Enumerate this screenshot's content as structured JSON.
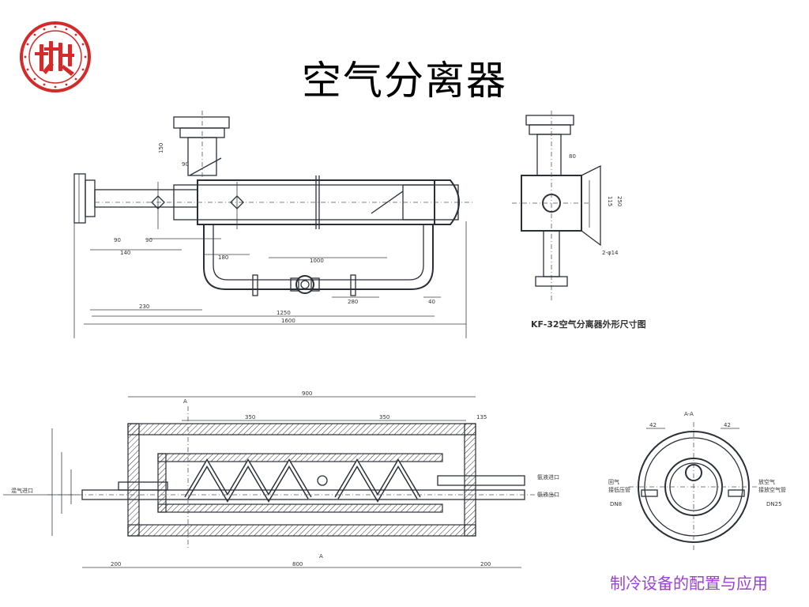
{
  "slide": {
    "title": "空气分离器",
    "footer": "制冷设备的配置与应用",
    "footer_color": "#9b3fd6",
    "logo_icon": "red-seal-logo",
    "logo_color": "#d42a2a"
  },
  "drawing_top": {
    "caption": "KF-32空气分离器外形尺寸图",
    "dims": {
      "d150": "150",
      "d90": "90",
      "d90a": "90",
      "d90b": "90",
      "d140": "140",
      "d180": "180",
      "d1000": "1000",
      "d230": "230",
      "d1250": "1250",
      "d1600": "1600",
      "d280": "280",
      "d40": "40",
      "d115": "115",
      "d250": "250",
      "d80": "80",
      "d4phi14": "2-φ14"
    }
  },
  "drawing_bottom": {
    "dims": {
      "d900": "900",
      "d350a": "350",
      "d350b": "350",
      "d135": "135",
      "d200a": "200",
      "d800": "800",
      "d200b": "200",
      "d42a": "42",
      "d42b": "42",
      "sectionA1": "A",
      "sectionA2": "A",
      "sectionAA": "A-A",
      "dn8": "DN8",
      "dn25": "DN25"
    },
    "labels": {
      "inlet_left": "混气进口",
      "outlet_top_right": "氨液进口",
      "outlet_bot_right": "氨液出口",
      "left_callout_1": "回气",
      "left_callout_2": "接低压管",
      "right_callout_1": "放空气",
      "right_callout_2": "接放空气管"
    }
  }
}
